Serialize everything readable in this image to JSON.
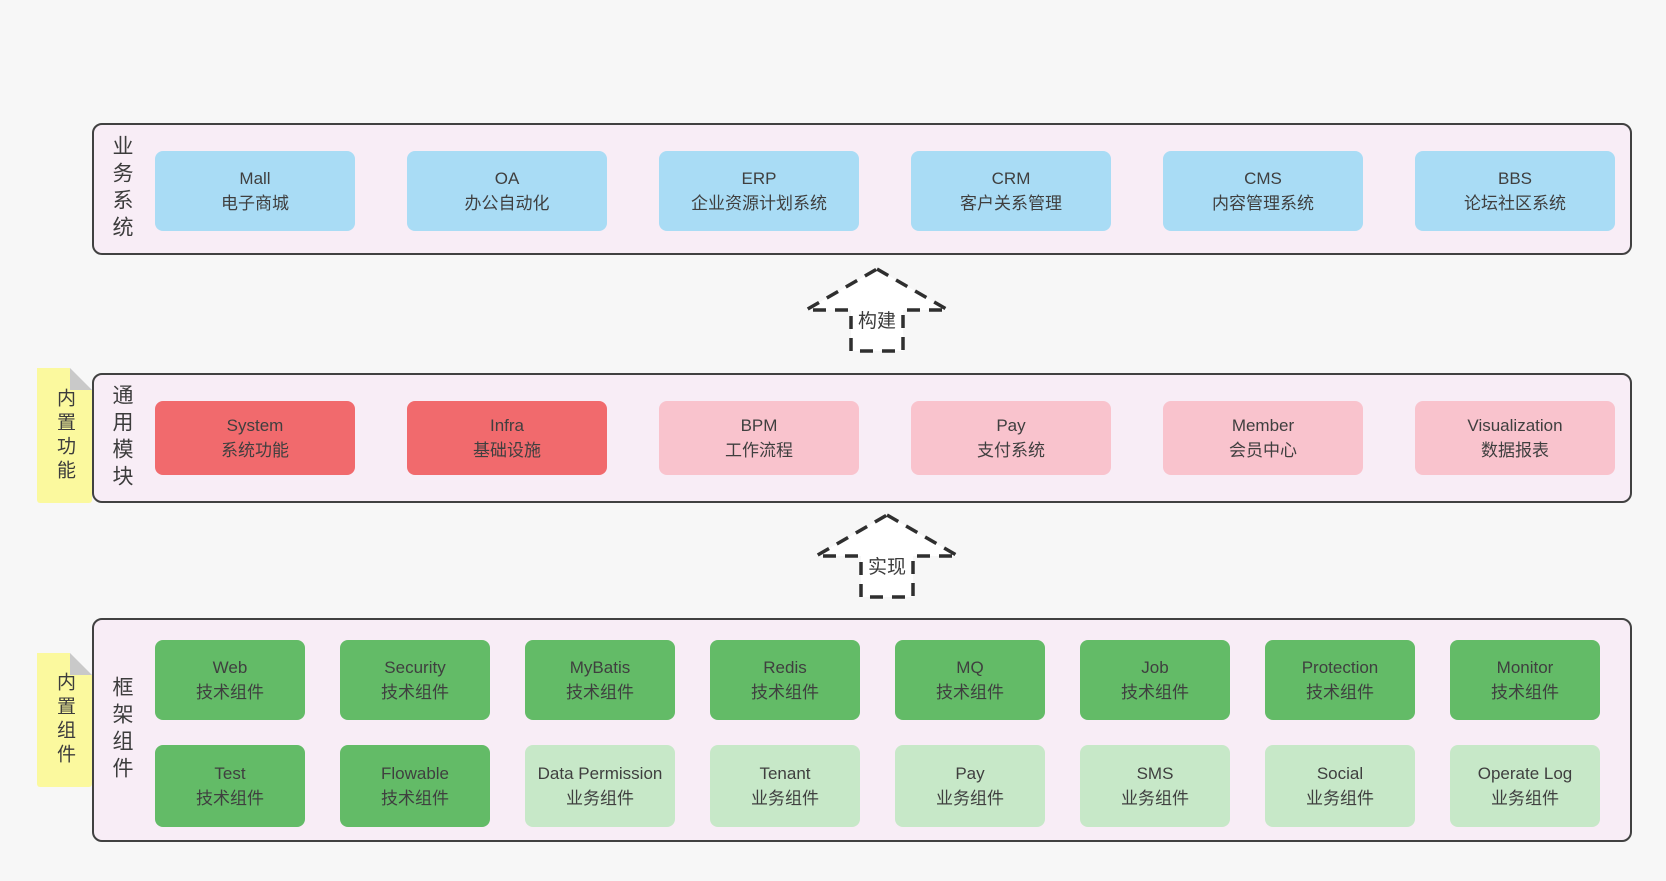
{
  "colors": {
    "page_bg": "#f7f7f7",
    "panel_bg": "#f8edf6",
    "panel_border": "#414141",
    "text": "#3f3f3f",
    "sticky_bg": "#fbf99e",
    "sticky_fold": "#c9c9c9",
    "arrow_stroke": "#2f2f2f",
    "arrow_fill": "#ffffff",
    "variants": {
      "blue": "#a9dcf5",
      "red": "#f16a6d",
      "pink": "#f9c3cd",
      "green": "#63bb67",
      "lightgreen": "#c7e8c8"
    }
  },
  "arrows": [
    {
      "label": "构建"
    },
    {
      "label": "实现"
    }
  ],
  "rows": [
    {
      "label": "业务系统",
      "sticky": null,
      "box_rows": [
        [
          {
            "title": "Mall",
            "subtitle": "电子商城",
            "variant": "blue"
          },
          {
            "title": "OA",
            "subtitle": "办公自动化",
            "variant": "blue"
          },
          {
            "title": "ERP",
            "subtitle": "企业资源计划系统",
            "variant": "blue"
          },
          {
            "title": "CRM",
            "subtitle": "客户关系管理",
            "variant": "blue"
          },
          {
            "title": "CMS",
            "subtitle": "内容管理系统",
            "variant": "blue"
          },
          {
            "title": "BBS",
            "subtitle": "论坛社区系统",
            "variant": "blue"
          }
        ]
      ]
    },
    {
      "label": "通用模块",
      "sticky": "内置功能",
      "box_rows": [
        [
          {
            "title": "System",
            "subtitle": "系统功能",
            "variant": "red"
          },
          {
            "title": "Infra",
            "subtitle": "基础设施",
            "variant": "red"
          },
          {
            "title": "BPM",
            "subtitle": "工作流程",
            "variant": "pink"
          },
          {
            "title": "Pay",
            "subtitle": "支付系统",
            "variant": "pink"
          },
          {
            "title": "Member",
            "subtitle": "会员中心",
            "variant": "pink"
          },
          {
            "title": "Visualization",
            "subtitle": "数据报表",
            "variant": "pink"
          }
        ]
      ]
    },
    {
      "label": "框架组件",
      "sticky": "内置组件",
      "box_rows": [
        [
          {
            "title": "Web",
            "subtitle": "技术组件",
            "variant": "green"
          },
          {
            "title": "Security",
            "subtitle": "技术组件",
            "variant": "green"
          },
          {
            "title": "MyBatis",
            "subtitle": "技术组件",
            "variant": "green"
          },
          {
            "title": "Redis",
            "subtitle": "技术组件",
            "variant": "green"
          },
          {
            "title": "MQ",
            "subtitle": "技术组件",
            "variant": "green"
          },
          {
            "title": "Job",
            "subtitle": "技术组件",
            "variant": "green"
          },
          {
            "title": "Protection",
            "subtitle": "技术组件",
            "variant": "green"
          },
          {
            "title": "Monitor",
            "subtitle": "技术组件",
            "variant": "green"
          }
        ],
        [
          {
            "title": "Test",
            "subtitle": "技术组件",
            "variant": "green"
          },
          {
            "title": "Flowable",
            "subtitle": "技术组件",
            "variant": "green"
          },
          {
            "title": "Data Permission",
            "subtitle": "业务组件",
            "variant": "lightgreen"
          },
          {
            "title": "Tenant",
            "subtitle": "业务组件",
            "variant": "lightgreen"
          },
          {
            "title": "Pay",
            "subtitle": "业务组件",
            "variant": "lightgreen"
          },
          {
            "title": "SMS",
            "subtitle": "业务组件",
            "variant": "lightgreen"
          },
          {
            "title": "Social",
            "subtitle": "业务组件",
            "variant": "lightgreen"
          },
          {
            "title": "Operate Log",
            "subtitle": "业务组件",
            "variant": "lightgreen"
          }
        ]
      ]
    }
  ]
}
